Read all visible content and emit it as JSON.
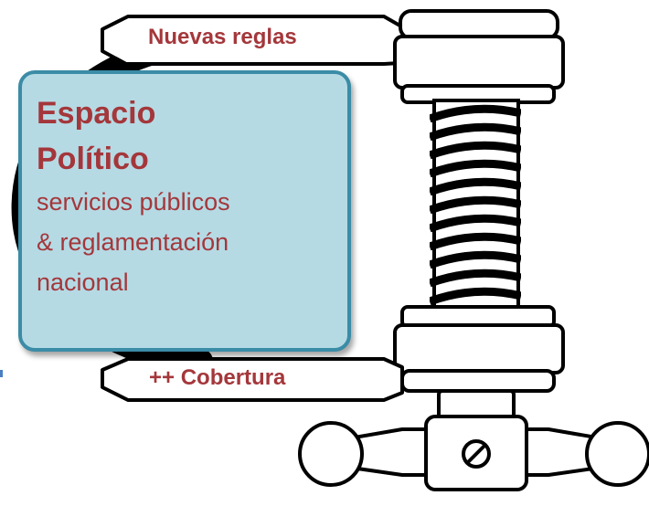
{
  "diagram": {
    "clamp_top_label": "Nuevas reglas",
    "clamp_bottom_label": "++ Cobertura",
    "box": {
      "title_line1": "Espacio",
      "title_line2": "Político",
      "desc_line1": "servicios públicos",
      "desc_line2": "& reglamentación",
      "desc_line3": "nacional"
    }
  },
  "colors": {
    "label_text": "#a4373b",
    "box_fill": "#b5dae4",
    "box_border": "#3b8ca6",
    "clamp_stroke": "#000000",
    "clamp_fill": "#ffffff",
    "accent_blue": "#4a7fc1"
  },
  "icons": {
    "clamp": "c-clamp-icon"
  }
}
